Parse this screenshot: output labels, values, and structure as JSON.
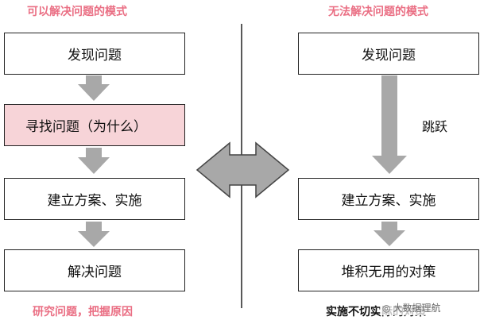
{
  "left": {
    "title": "可以解决问题的模式",
    "steps": [
      "发现问题",
      "寻找问题（为什么）",
      "建立方案、实施",
      "解决问题"
    ],
    "footer": "研究问题，把握原因"
  },
  "right": {
    "title": "无法解决问题的模式",
    "steps": [
      "发现问题",
      "建立方案、实施",
      "堆积无用的对策"
    ],
    "skip_label": "跳跃",
    "footer": "实施不切实际的对策"
  },
  "watermark": "大数据理航",
  "colors": {
    "heading": "#ea6f84",
    "highlight": "#f7d4d8",
    "arrow": "#a8a8a8"
  }
}
